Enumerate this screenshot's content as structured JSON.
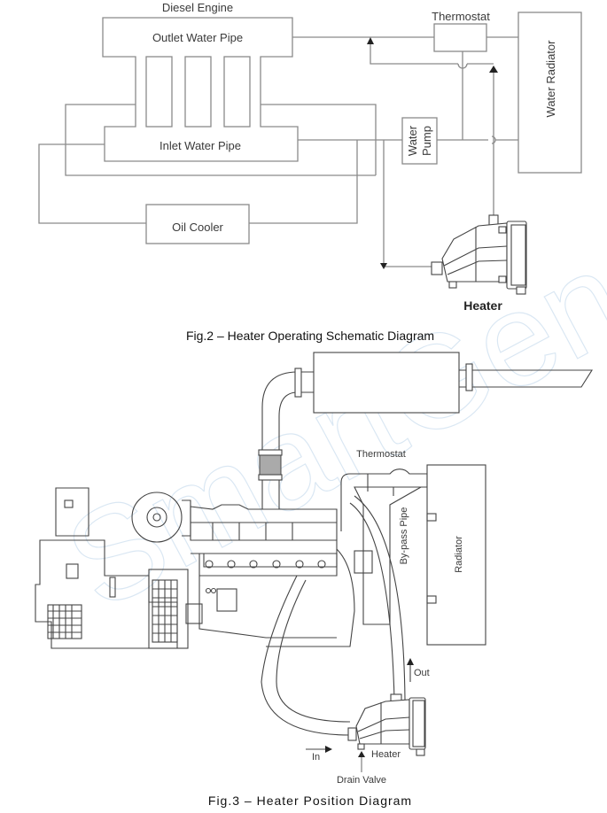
{
  "fig2": {
    "caption": "Fig.2 – Heater Operating Schematic Diagram",
    "labels": {
      "diesel_engine": "Diesel Engine",
      "outlet_water_pipe": "Outlet  Water Pipe",
      "inlet_water_pipe": "Inlet Water Pipe",
      "oil_cooler": "Oil  Cooler",
      "thermostat": "Thermostat",
      "water_pump_line1": "Water",
      "water_pump_line2": "Pump",
      "water_radiator": "Water Radiator",
      "heater": "Heater"
    }
  },
  "fig3": {
    "caption": "Fig.3 – Heater Position Diagram",
    "labels": {
      "thermostat": "Thermostat",
      "bypass_pipe": "By-pass Pipe",
      "radiator": "Radiator",
      "out": "Out",
      "in": "In",
      "heater": "Heater",
      "drain_valve": "Drain  Valve"
    }
  },
  "watermark": "SmartGen"
}
